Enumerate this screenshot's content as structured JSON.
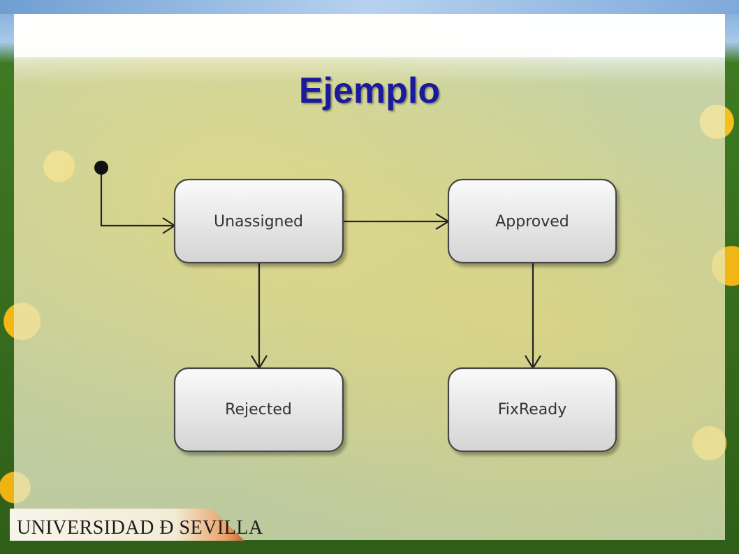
{
  "slide": {
    "title": "Ejemplo"
  },
  "diagram": {
    "states": [
      {
        "id": "unassigned",
        "label": "Unassigned"
      },
      {
        "id": "approved",
        "label": "Approved"
      },
      {
        "id": "rejected",
        "label": "Rejected"
      },
      {
        "id": "fixready",
        "label": "FixReady"
      }
    ],
    "transitions": [
      {
        "from": "initial",
        "to": "unassigned"
      },
      {
        "from": "unassigned",
        "to": "approved"
      },
      {
        "from": "unassigned",
        "to": "rejected"
      },
      {
        "from": "approved",
        "to": "fixready"
      }
    ]
  },
  "footer": {
    "logo_text": "UNIVERSIDAD Đ SEVILLA"
  },
  "colors": {
    "title": "#1a1a9c",
    "node_fill": "#e6e6e6",
    "node_stroke": "#444444"
  }
}
